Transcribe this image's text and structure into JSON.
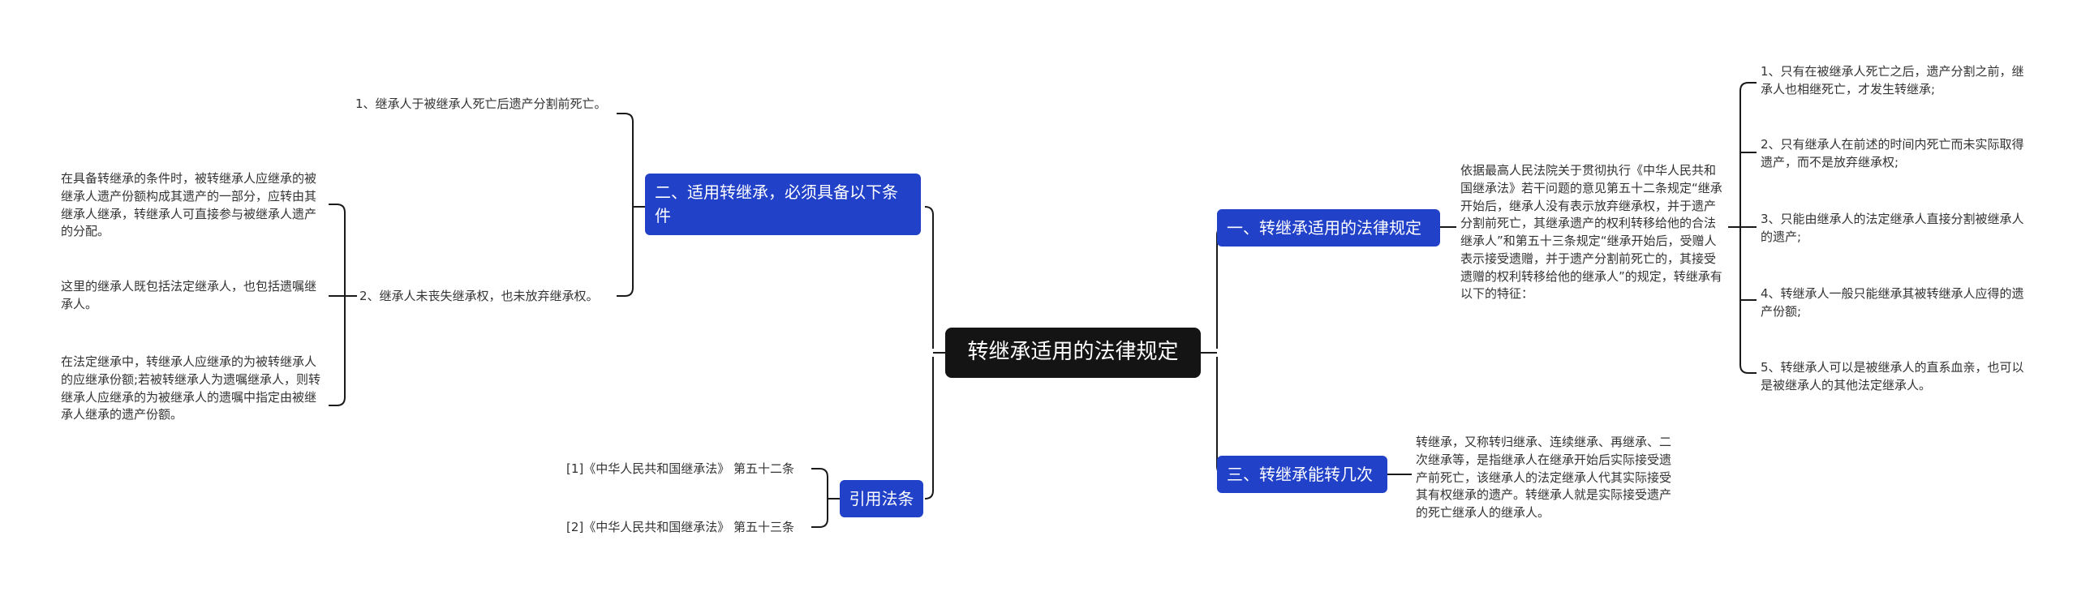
{
  "root": {
    "label": "转继承适用的法律规定"
  },
  "branches": {
    "b1": {
      "label": "一、转继承适用的法律规定",
      "intro": "依据最高人民法院关于贯彻执行《中华人民共和国继承法》若干问题的意见第五十二条规定“继承开始后，继承人没有表示放弃继承权，并于遗产分割前死亡，其继承遗产的权利转移给他的合法继承人”和第五十三条规定“继承开始后，受赠人表示接受遗赠，并于遗产分割前死亡的，其接受遗赠的权利转移给他的继承人”的规定，转继承有以下的特征：",
      "features": [
        "1、只有在被继承人死亡之后，遗产分割之前，继承人也相继死亡，才发生转继承;",
        "2、只有继承人在前述的时间内死亡而未实际取得遗产，而不是放弃继承权;",
        "3、只能由继承人的法定继承人直接分割被继承人的遗产;",
        "4、转继承人一般只能继承其被转继承人应得的遗产份额;",
        "5、转继承人可以是被继承人的直系血亲，也可以是被继承人的其他法定继承人。"
      ]
    },
    "b2": {
      "label": "二、适用转继承，必须具备以下条件",
      "cond1": "1、继承人于被继承人死亡后遗产分割前死亡。",
      "cond2": "2、继承人未丧失继承权，也未放弃继承权。",
      "details": [
        "在具备转继承的条件时，被转继承人应继承的被继承人遗产份额构成其遗产的一部分，应转由其继承人继承，转继承人可直接参与被继承人遗产的分配。",
        "这里的继承人既包括法定继承人，也包括遗嘱继承人。",
        "在法定继承中，转继承人应继承的为被转继承人的应继承份额;若被转继承人为遗嘱继承人，则转继承人应继承的为被继承人的遗嘱中指定由被继承人继承的遗产份额。"
      ]
    },
    "b3": {
      "label": "三、转继承能转几次",
      "text": "转继承，又称转归继承、连续继承、再继承、二次继承等，是指继承人在继承开始后实际接受遗产前死亡，该继承人的法定继承人代其实际接受其有权继承的遗产。转继承人就是实际接受遗产的死亡继承人的继承人。"
    },
    "b4": {
      "label": "引用法条",
      "refs": [
        "[1]《中华人民共和国继承法》 第五十二条",
        "[2]《中华人民共和国继承法》 第五十三条"
      ]
    }
  },
  "colors": {
    "root_bg": "#141414",
    "branch_bg": "#2141c9",
    "line": "#1a1a1a",
    "text": "#333333"
  }
}
